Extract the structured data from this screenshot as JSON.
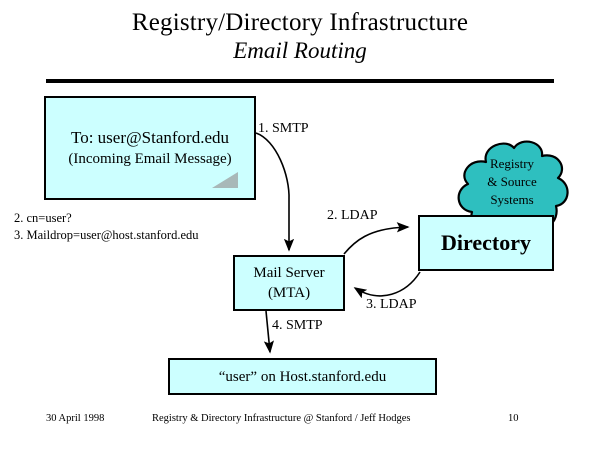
{
  "slide": {
    "title_line1": "Registry/Directory Infrastructure",
    "title_line2": "Email Routing"
  },
  "colors": {
    "box_fill": "#ccffff",
    "cloud_fill": "#2ebfbf",
    "outline": "#000000",
    "fold": "#a8b8b8",
    "background": "#ffffff"
  },
  "nodes": {
    "email_note": {
      "line1": "To: user@Stanford.edu",
      "line2": "(Incoming Email Message)"
    },
    "mail_server": {
      "line1": "Mail Server",
      "line2": "(MTA)"
    },
    "directory": {
      "label": "Directory"
    },
    "registry_cloud": {
      "line1": "Registry",
      "line2": "& Source",
      "line3": "Systems"
    },
    "user_host": {
      "label": "“user” on Host.stanford.edu"
    }
  },
  "edges": {
    "step1": "1. SMTP",
    "step2": "2. LDAP",
    "step3": "3. LDAP",
    "step4": "4. SMTP"
  },
  "query_notes": [
    "2. cn=user?",
    "3. Maildrop=user@host.stanford.edu"
  ],
  "footer": {
    "date": "30 April 1998",
    "center": "Registry & Directory Infrastructure @ Stanford / Jeff Hodges",
    "page": "10"
  }
}
